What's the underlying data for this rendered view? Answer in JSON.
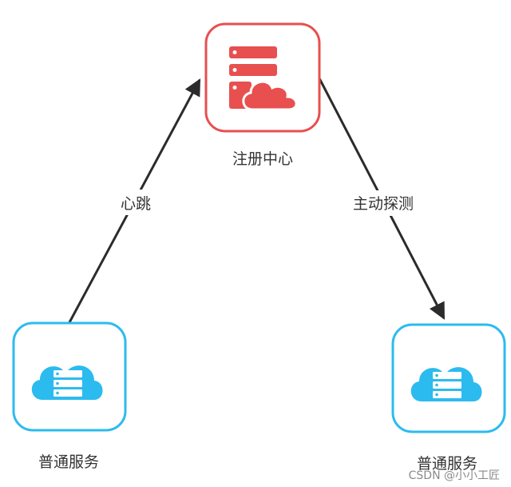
{
  "nodes": {
    "registry": {
      "label": "注册中心",
      "color": "#e84f4f",
      "icon": "server-cloud-icon"
    },
    "service_left": {
      "label": "普通服务",
      "color": "#2bbbef",
      "icon": "cloud-server-icon"
    },
    "service_right": {
      "label": "普通服务",
      "color": "#2bbbef",
      "icon": "cloud-server-icon"
    }
  },
  "edges": {
    "heartbeat": {
      "label": "心跳",
      "from": "service_left",
      "to": "registry"
    },
    "probe": {
      "label": "主动探测",
      "from": "registry",
      "to": "service_right"
    }
  },
  "watermark": "CSDN @小小工匠"
}
